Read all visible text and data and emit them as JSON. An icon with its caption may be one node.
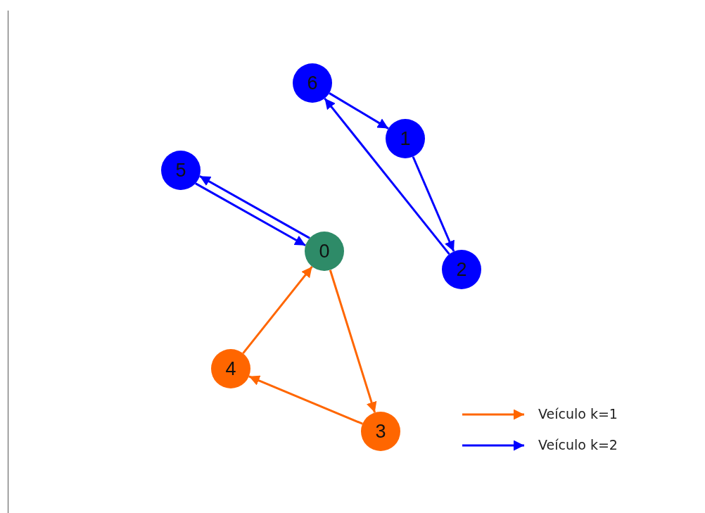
{
  "diagram": {
    "nodes": [
      {
        "text": [
          "6"
        ]
      },
      {
        "text": [
          "1"
        ]
      },
      {
        "text": [
          "5"
        ]
      },
      {
        "text": [
          "0"
        ]
      },
      {
        "text": [
          "2"
        ]
      },
      {
        "text": [
          "4"
        ]
      },
      {
        "text": [
          "3"
        ]
      }
    ],
    "edges": [
      {
        "from": 0,
        "to": 1,
        "arrow": "to"
      },
      {
        "from": 1,
        "to": 4,
        "arrow": "to"
      },
      {
        "from": 4,
        "to": 0,
        "arrow": "to"
      },
      {
        "from": 2,
        "to": 3,
        "arrow": "to"
      },
      {
        "from": 3,
        "to": 2,
        "arrow": "to"
      },
      {
        "from": 3,
        "to": 6,
        "arrow": "to",
        "color": "#ff6600"
      },
      {
        "from": 6,
        "to": 5,
        "arrow": "to",
        "color": "#ff6600"
      },
      {
        "from": 5,
        "to": 3,
        "arrow": "to",
        "color": "#ff6600"
      }
    ],
    "legend": [
      {
        "text": "Veículo k=1"
      },
      {
        "text": "Veículo k=2"
      }
    ]
  }
}
